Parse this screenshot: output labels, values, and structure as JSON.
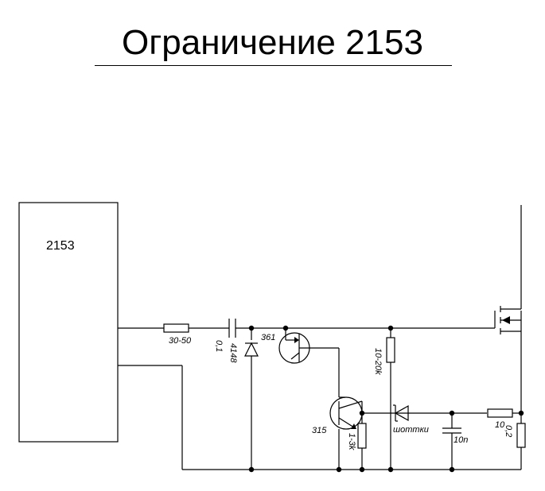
{
  "title": "Ограничение 2153",
  "chip": {
    "label": "2153"
  },
  "components": {
    "r_gate": "30-50",
    "cap_01": "0,1",
    "diode_4148": "4148",
    "q1": "361",
    "r_pullup": "10-20k",
    "q2": "315",
    "r_13k": "1-3k",
    "schottky": "шоттки",
    "cap_10n": "10n",
    "r_10": "10",
    "r_shunt": "0,2"
  },
  "colors": {
    "ink": "#000000",
    "background": "#ffffff"
  }
}
